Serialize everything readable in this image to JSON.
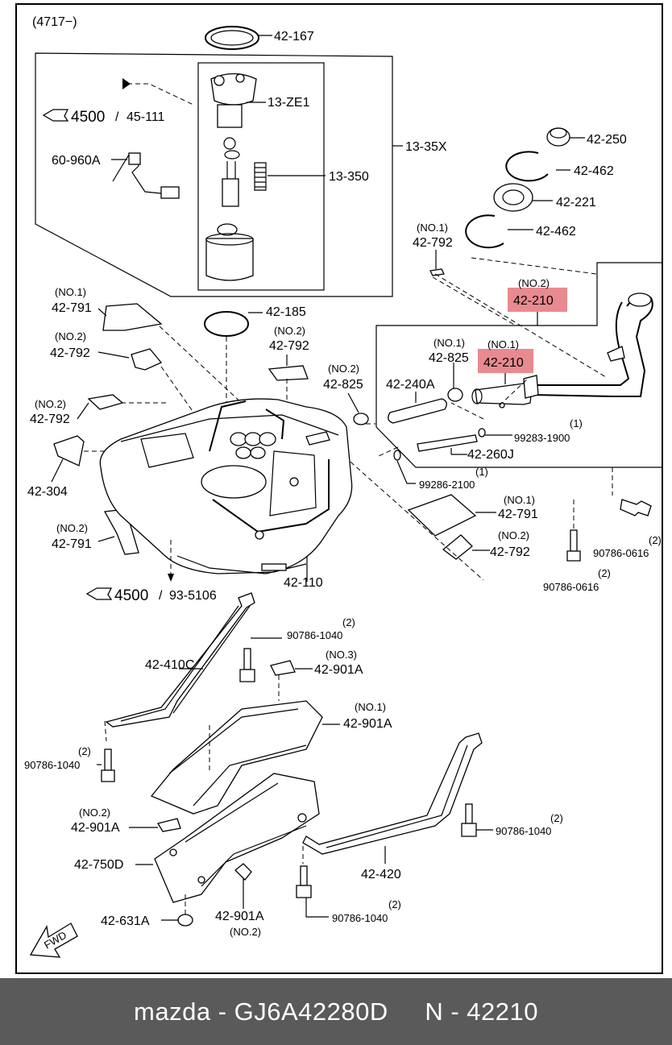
{
  "diagram": {
    "code": "(4717−)",
    "highlight_color": "#e88a8f",
    "labels": {
      "l42_167": "42-167",
      "l13_ze1": "13-ZE1",
      "l13_35x": "13-35X",
      "l13_350": "13-350",
      "l60_960a": "60-960A",
      "ref1_num": "4500",
      "ref1_sub": "45-111",
      "l42_250": "42-250",
      "l42_462a": "42-462",
      "l42_221": "42-221",
      "l42_462b": "42-462",
      "no1_a": "(NO.1)",
      "l42_792a": "42-792",
      "no2_a": "(NO.2)",
      "l42_210_main": "42-210",
      "no1_b": "(NO.1)",
      "l42_791a": "42-791",
      "no2_b": "(NO.2)",
      "l42_792b": "42-792",
      "l42_185": "42-185",
      "no2_c": "(NO.2)",
      "l42_792c": "42-792",
      "no2_d": "(NO.2)",
      "l42_825a": "42-825",
      "no1_c": "(NO.1)",
      "l42_825b": "42-825",
      "no1_d": "(NO.1)",
      "l42_210_sub": "42-210",
      "l42_240a": "42-240A",
      "q1_a": "(1)",
      "l99283": "99283-1900",
      "l42_260j": "42-260J",
      "no2_e": "(NO.2)",
      "l42_792d": "42-792",
      "l42_304": "42-304",
      "q1_b": "(1)",
      "l99286": "99286-2100",
      "no1_e": "(NO.1)",
      "l42_791b": "42-791",
      "no2_f": "(NO.2)",
      "l42_792e": "42-792",
      "no2_g": "(NO.2)",
      "l42_791c": "42-791",
      "l42_110": "42-110",
      "q2_a": "(2)",
      "l90786_0616a": "90786-0616",
      "q2_b": "(2)",
      "l90786_0616b": "90786-0616",
      "ref2_num": "4500",
      "ref2_sub": "93-5106",
      "q2_c": "(2)",
      "l90786_1040a": "90786-1040",
      "l42_410c": "42-410C",
      "no3": "(NO.3)",
      "l42_901a_a": "42-901A",
      "no1_f": "(NO.1)",
      "l42_901a_b": "42-901A",
      "q2_d": "(2)",
      "l90786_1040b": "90786-1040",
      "no2_h": "(NO.2)",
      "l42_901a_c": "42-901A",
      "q2_e": "(2)",
      "l90786_1040c": "90786-1040",
      "l42_750d": "42-750D",
      "l42_420": "42-420",
      "l42_631a": "42-631A",
      "l42_901a_d": "42-901A",
      "no2_i": "(NO.2)",
      "q2_f": "(2)",
      "l90786_1040d": "90786-1040",
      "fwd": "FWD"
    }
  },
  "footer": {
    "brand": "mazda",
    "separator": " - ",
    "part_number": "GJ6A42280D",
    "gap": "     ",
    "ref": "N - 42210"
  }
}
